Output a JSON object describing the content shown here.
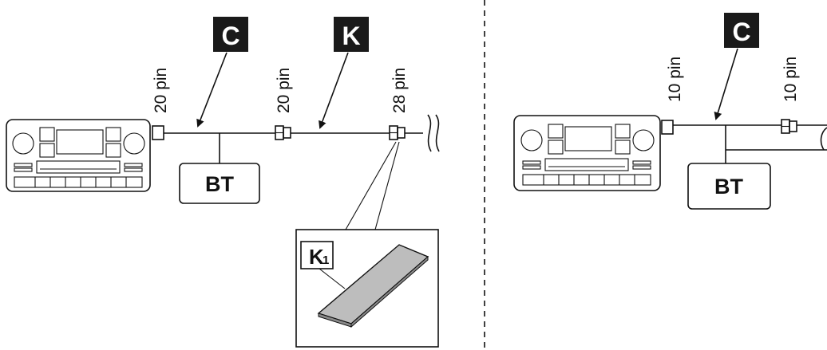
{
  "left_panel": {
    "label_c": "C",
    "label_k": "K",
    "pin_1": "20 pin",
    "pin_2": "20 pin",
    "pin_3": "28 pin",
    "bt_module": "BT",
    "detail_label": "K",
    "detail_label_sub": "1"
  },
  "right_panel": {
    "label_c": "C",
    "pin_1": "10 pin",
    "pin_2": "10 pin",
    "bt_module": "BT"
  },
  "colors": {
    "label_background": "#1a1a1a",
    "label_text": "#ffffff",
    "card_fill": "#bdbdbd"
  }
}
